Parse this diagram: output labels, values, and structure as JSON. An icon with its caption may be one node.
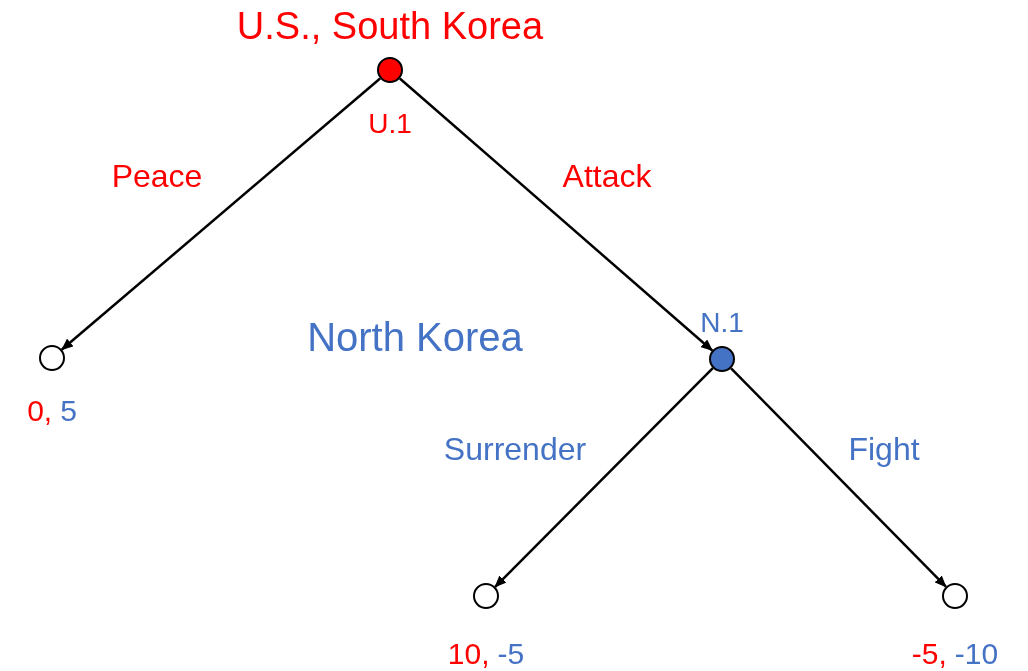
{
  "diagram": {
    "nodes": [
      {
        "text": [
          "U.S., South Korea",
          "U.1"
        ]
      },
      {
        "text": [],
        "shape": "circle",
        "beside": [
          "0,",
          "5"
        ]
      },
      {
        "text": [
          "N.1"
        ]
      },
      {
        "text": [],
        "shape": "circle",
        "beside": [
          "10,",
          "-5"
        ]
      },
      {
        "text": [],
        "shape": "circle",
        "beside": [
          "-5,",
          "-10"
        ]
      }
    ],
    "edges": [
      {
        "from": 0,
        "to": 1,
        "arrow": "to",
        "label": "Peace"
      },
      {
        "from": 0,
        "to": 2,
        "arrow": "to",
        "label": "Attack"
      },
      {
        "from": 2,
        "to": 3,
        "arrow": "to",
        "label": "Surrender"
      },
      {
        "from": 2,
        "to": 4,
        "arrow": "to",
        "label": "Fight"
      }
    ],
    "labels": [
      "North Korea"
    ]
  }
}
